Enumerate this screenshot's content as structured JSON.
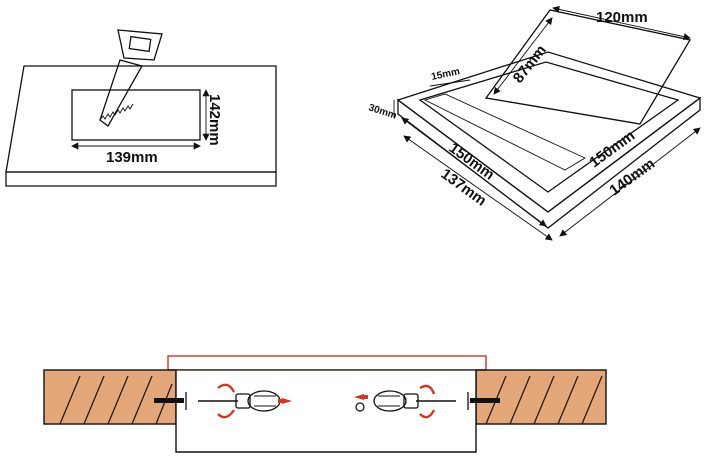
{
  "cutout": {
    "width_label": "139mm",
    "height_label": "142mm"
  },
  "grommet": {
    "lid_width_label": "120mm",
    "lid_depth_label": "87mm",
    "rim_label": "15mm",
    "height_label": "30mm",
    "inner_left_label": "150mm",
    "inner_right_label": "150mm",
    "body_front_label": "137mm",
    "body_side_label": "140mm"
  },
  "colors": {
    "wood": "#e3a77a",
    "wood_grain": "#2a1a10",
    "accent_red": "#d8331f",
    "outline": "#111111"
  },
  "icons": [
    "hand-saw-icon",
    "screwdriver-icon",
    "rotate-arrow-icon",
    "push-arrow-icon",
    "washer-icon"
  ]
}
